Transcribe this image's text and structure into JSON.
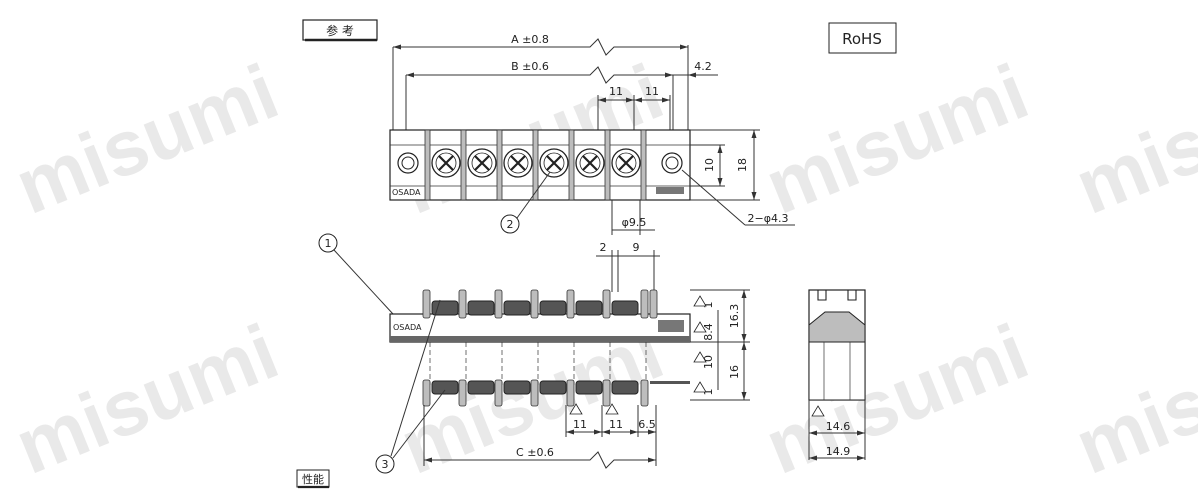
{
  "watermark": "misumi",
  "labels": {
    "reference": "参 考",
    "rohs": "RoHS",
    "performance": "性能",
    "brand_top": "OSADA",
    "brand_front": "OSADA"
  },
  "dimensions": {
    "a": "A ±0.8",
    "b": "B ±0.6",
    "c": "C ±0.6",
    "end_offset": "4.2",
    "pitch_1": "11",
    "pitch_2": "11",
    "depth_10": "10",
    "depth_18": "18",
    "screw_dia": "φ9.5",
    "mount_holes": "2−φ4.3",
    "barrier_2": "2",
    "barrier_9": "9",
    "height_16_3": "16.3",
    "height_8_4": "8.4",
    "height_10": "10",
    "height_16": "16",
    "tol_1a": "1",
    "tol_1b": "1",
    "bottom_pitch_1": "11",
    "bottom_pitch_2": "11",
    "bottom_end": "6.5",
    "side_14_6": "14.6",
    "side_14_9": "14.9"
  },
  "callouts": {
    "c1": "1",
    "c2": "2",
    "c3": "3"
  }
}
